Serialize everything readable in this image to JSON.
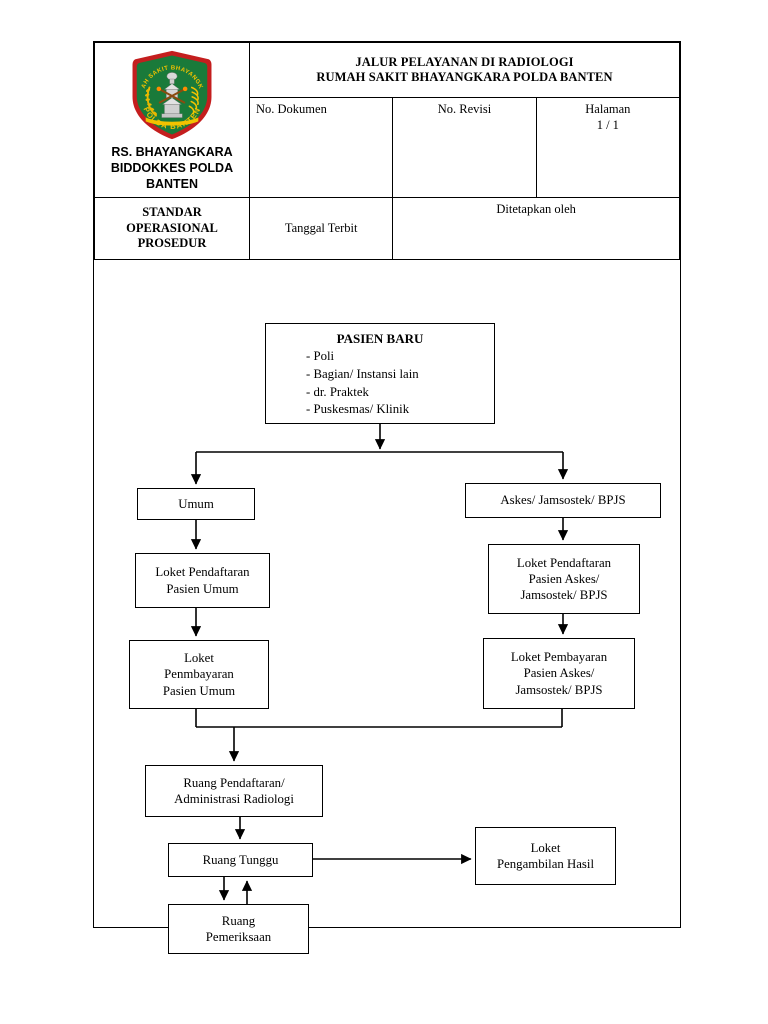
{
  "document": {
    "header": {
      "title_lines": [
        "JALUR PELAYANAN DI RADIOLOGI",
        "RUMAH SAKIT BHAYANGKARA POLDA BANTEN"
      ],
      "org_name_lines": [
        "RS. BHAYANGKARA",
        "BIDDOKKES POLDA",
        "BANTEN"
      ],
      "logo": {
        "name": "polda-banten-hospital-logo",
        "arc_top_text": "RUMAH SAKIT BHAYANGKARA",
        "arc_bottom_text": "POLDA BANTEN",
        "shield_color": "#1a7a3a",
        "border_color": "#c41e1e",
        "text_color": "#f2c200"
      },
      "fields": {
        "no_dokumen_label": "No. Dokumen",
        "no_dokumen_value": "",
        "no_revisi_label": "No. Revisi",
        "no_revisi_value": "",
        "halaman_label": "Halaman",
        "halaman_value": "1 / 1",
        "sop_lines": [
          "STANDAR",
          "OPERASIONAL",
          "PROSEDUR"
        ],
        "tanggal_terbit_label": "Tanggal Terbit",
        "tanggal_terbit_value": "",
        "ditetapkan_oleh_label": "Ditetapkan oleh",
        "ditetapkan_oleh_value": ""
      }
    },
    "flowchart": {
      "nodes": {
        "pasien_baru": {
          "heading": "PASIEN BARU",
          "items": [
            "- Poli",
            "- Bagian/ Instansi lain",
            "- dr. Praktek",
            "- Puskesmas/ Klinik"
          ]
        },
        "umum": {
          "lines": [
            "Umum"
          ]
        },
        "askes": {
          "lines": [
            "Askes/ Jamsostek/ BPJS"
          ]
        },
        "loket_daftar_umum": {
          "lines": [
            "Loket Pendaftaran",
            "Pasien Umum"
          ]
        },
        "loket_daftar_askes": {
          "lines": [
            "Loket Pendaftaran",
            "Pasien Askes/",
            "Jamsostek/ BPJS"
          ]
        },
        "loket_bayar_umum": {
          "lines": [
            "Loket",
            "Penmbayaran",
            "Pasien Umum"
          ]
        },
        "loket_bayar_askes": {
          "lines": [
            "Loket Pembayaran",
            "Pasien Askes/",
            "Jamsostek/ BPJS"
          ]
        },
        "ruang_pendaftaran": {
          "lines": [
            "Ruang Pendaftaran/",
            "Administrasi Radiologi"
          ]
        },
        "ruang_tunggu": {
          "lines": [
            "Ruang Tunggu"
          ]
        },
        "ruang_pemeriksaan": {
          "lines": [
            "Ruang",
            "Pemeriksaan"
          ]
        },
        "loket_hasil": {
          "lines": [
            "Loket",
            "Pengambilan Hasil"
          ]
        }
      }
    }
  }
}
